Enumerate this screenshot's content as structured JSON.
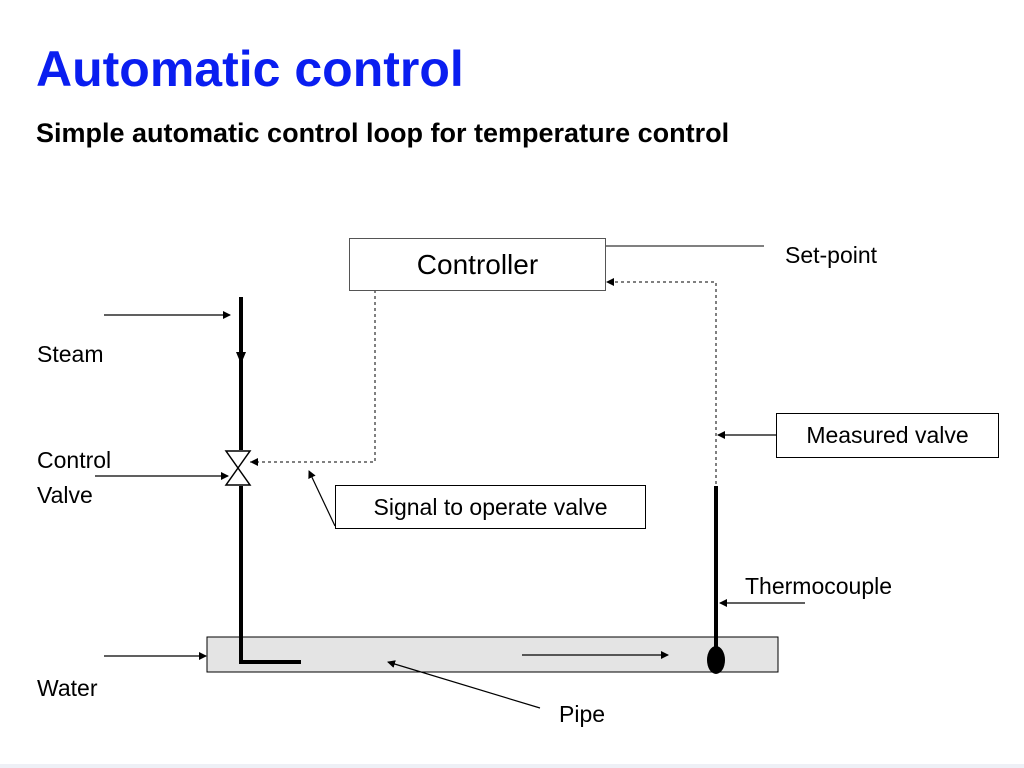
{
  "slide": {
    "title": "Automatic control",
    "subtitle": "Simple automatic control loop for temperature control",
    "title_color": "#0a1ef0"
  },
  "diagram": {
    "controller_label": "Controller",
    "setpoint_label": "Set-point",
    "steam_label": "Steam",
    "control_valve_label": "Control\nValve",
    "measured_value_label": "Measured valve",
    "signal_label": "Signal to operate valve",
    "thermocouple_label": "Thermocouple",
    "water_label": "Water",
    "pipe_label": "Pipe",
    "pipe_fill": "#e4e4e4"
  }
}
